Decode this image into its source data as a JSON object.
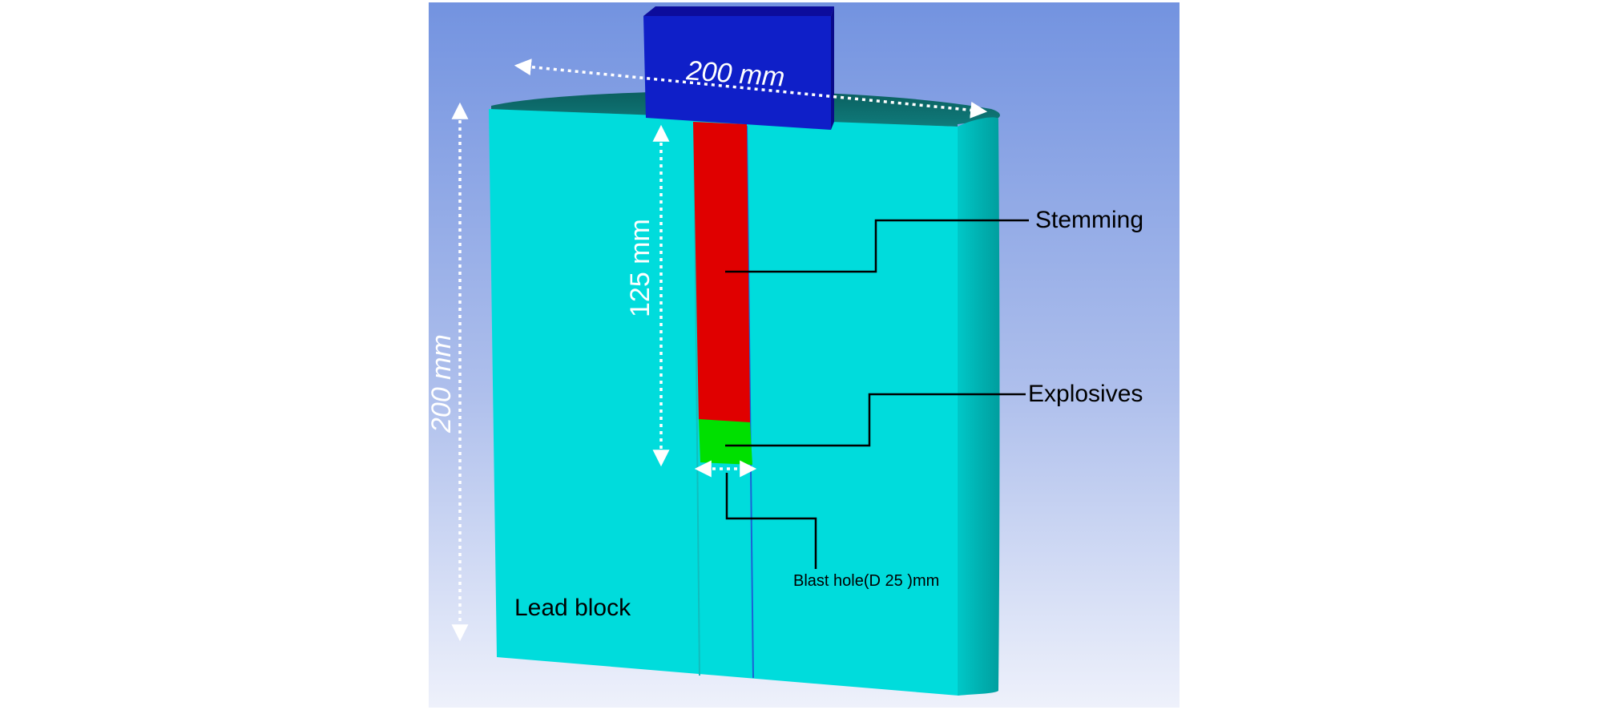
{
  "dimensions": {
    "top_width": "200 mm",
    "height": "200 mm",
    "stemming_depth": "125 mm"
  },
  "labels": {
    "stemming": "Stemming",
    "explosives": "Explosives",
    "blast_hole": "Blast hole(D 25 )mm",
    "lead_block": "Lead block"
  },
  "colors": {
    "background_top": "#7393e0",
    "background_bottom": "#eef1fb",
    "lead_block": "#00dcdc",
    "lead_block_side": "#00b9b9",
    "lead_block_top": "#0a6e6e",
    "cap_front": "#0f1fc8",
    "stemming": "#e00000",
    "explosives": "#00e000",
    "dimension_arrow": "#ffffff"
  }
}
